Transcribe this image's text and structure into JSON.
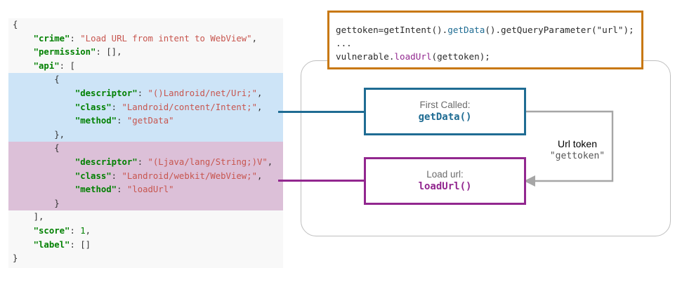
{
  "json_panel": {
    "name": "vulnerability-report-json",
    "lines": [
      {
        "indent": 0,
        "highlight": "none",
        "tokens": [
          {
            "t": "punc",
            "v": "{"
          }
        ]
      },
      {
        "indent": 1,
        "highlight": "none",
        "tokens": [
          {
            "t": "key",
            "v": "\"crime\""
          },
          {
            "t": "punc",
            "v": ": "
          },
          {
            "t": "str",
            "v": "\"Load URL from intent to WebView\""
          },
          {
            "t": "punc",
            "v": ","
          }
        ]
      },
      {
        "indent": 1,
        "highlight": "none",
        "tokens": [
          {
            "t": "key",
            "v": "\"permission\""
          },
          {
            "t": "punc",
            "v": ": [],"
          }
        ]
      },
      {
        "indent": 1,
        "highlight": "none",
        "tokens": [
          {
            "t": "key",
            "v": "\"api\""
          },
          {
            "t": "punc",
            "v": ": ["
          }
        ]
      },
      {
        "indent": 2,
        "highlight": "blue",
        "tokens": [
          {
            "t": "punc",
            "v": "{"
          }
        ]
      },
      {
        "indent": 3,
        "highlight": "blue",
        "tokens": [
          {
            "t": "key",
            "v": "\"descriptor\""
          },
          {
            "t": "punc",
            "v": ": "
          },
          {
            "t": "str",
            "v": "\"()Landroid/net/Uri;\""
          },
          {
            "t": "punc",
            "v": ","
          }
        ]
      },
      {
        "indent": 3,
        "highlight": "blue",
        "tokens": [
          {
            "t": "key",
            "v": "\"class\""
          },
          {
            "t": "punc",
            "v": ": "
          },
          {
            "t": "str",
            "v": "\"Landroid/content/Intent;\""
          },
          {
            "t": "punc",
            "v": ","
          }
        ]
      },
      {
        "indent": 3,
        "highlight": "blue",
        "tokens": [
          {
            "t": "key",
            "v": "\"method\""
          },
          {
            "t": "punc",
            "v": ": "
          },
          {
            "t": "str",
            "v": "\"getData\""
          }
        ]
      },
      {
        "indent": 2,
        "highlight": "blue",
        "tokens": [
          {
            "t": "punc",
            "v": "},"
          }
        ]
      },
      {
        "indent": 2,
        "highlight": "pink",
        "tokens": [
          {
            "t": "punc",
            "v": "{"
          }
        ]
      },
      {
        "indent": 3,
        "highlight": "pink",
        "tokens": [
          {
            "t": "key",
            "v": "\"descriptor\""
          },
          {
            "t": "punc",
            "v": ": "
          },
          {
            "t": "str",
            "v": "\"(Ljava/lang/String;)V\""
          },
          {
            "t": "punc",
            "v": ","
          }
        ]
      },
      {
        "indent": 3,
        "highlight": "pink",
        "tokens": [
          {
            "t": "key",
            "v": "\"class\""
          },
          {
            "t": "punc",
            "v": ": "
          },
          {
            "t": "str",
            "v": "\"Landroid/webkit/WebView;\""
          },
          {
            "t": "punc",
            "v": ","
          }
        ]
      },
      {
        "indent": 3,
        "highlight": "pink",
        "tokens": [
          {
            "t": "key",
            "v": "\"method\""
          },
          {
            "t": "punc",
            "v": ": "
          },
          {
            "t": "str",
            "v": "\"loadUrl\""
          }
        ]
      },
      {
        "indent": 2,
        "highlight": "pink",
        "tokens": [
          {
            "t": "punc",
            "v": "}"
          }
        ]
      },
      {
        "indent": 1,
        "highlight": "none",
        "tokens": [
          {
            "t": "punc",
            "v": "],"
          }
        ]
      },
      {
        "indent": 1,
        "highlight": "none",
        "tokens": [
          {
            "t": "key",
            "v": "\"score\""
          },
          {
            "t": "punc",
            "v": ": "
          },
          {
            "t": "num",
            "v": "1"
          },
          {
            "t": "punc",
            "v": ","
          }
        ]
      },
      {
        "indent": 1,
        "highlight": "none",
        "tokens": [
          {
            "t": "key",
            "v": "\"label\""
          },
          {
            "t": "punc",
            "v": ": []"
          }
        ]
      },
      {
        "indent": 0,
        "highlight": "none",
        "tokens": [
          {
            "t": "punc",
            "v": "}"
          }
        ]
      }
    ]
  },
  "snippet": {
    "name": "vulnerable-code-snippet",
    "line1_pre": "gettoken=getIntent().",
    "line1_getdata": "getData",
    "line1_post": "().getQueryParameter(\"url\");",
    "line2": "...",
    "line3_pre": "vulnerable.",
    "line3_loadurl": "loadUrl",
    "line3_post": "(gettoken);"
  },
  "flow": {
    "getdata_box": {
      "caption": "First Called:",
      "method": "getData()"
    },
    "loadurl_box": {
      "caption": "Load url:",
      "method": "loadUrl()"
    },
    "token_label": {
      "title": "Url token",
      "value": "\"gettoken\""
    }
  },
  "colors": {
    "blue_accent": "#1f6c93",
    "purple_accent": "#92278f",
    "orange_accent": "#c87812",
    "gray_line": "#bfbfbf",
    "highlight_blue": "#cde4f7",
    "highlight_pink": "#dcc0d8",
    "json_key": "#008000",
    "json_string": "#c7554e",
    "panel_background": "#f8f8f8"
  }
}
